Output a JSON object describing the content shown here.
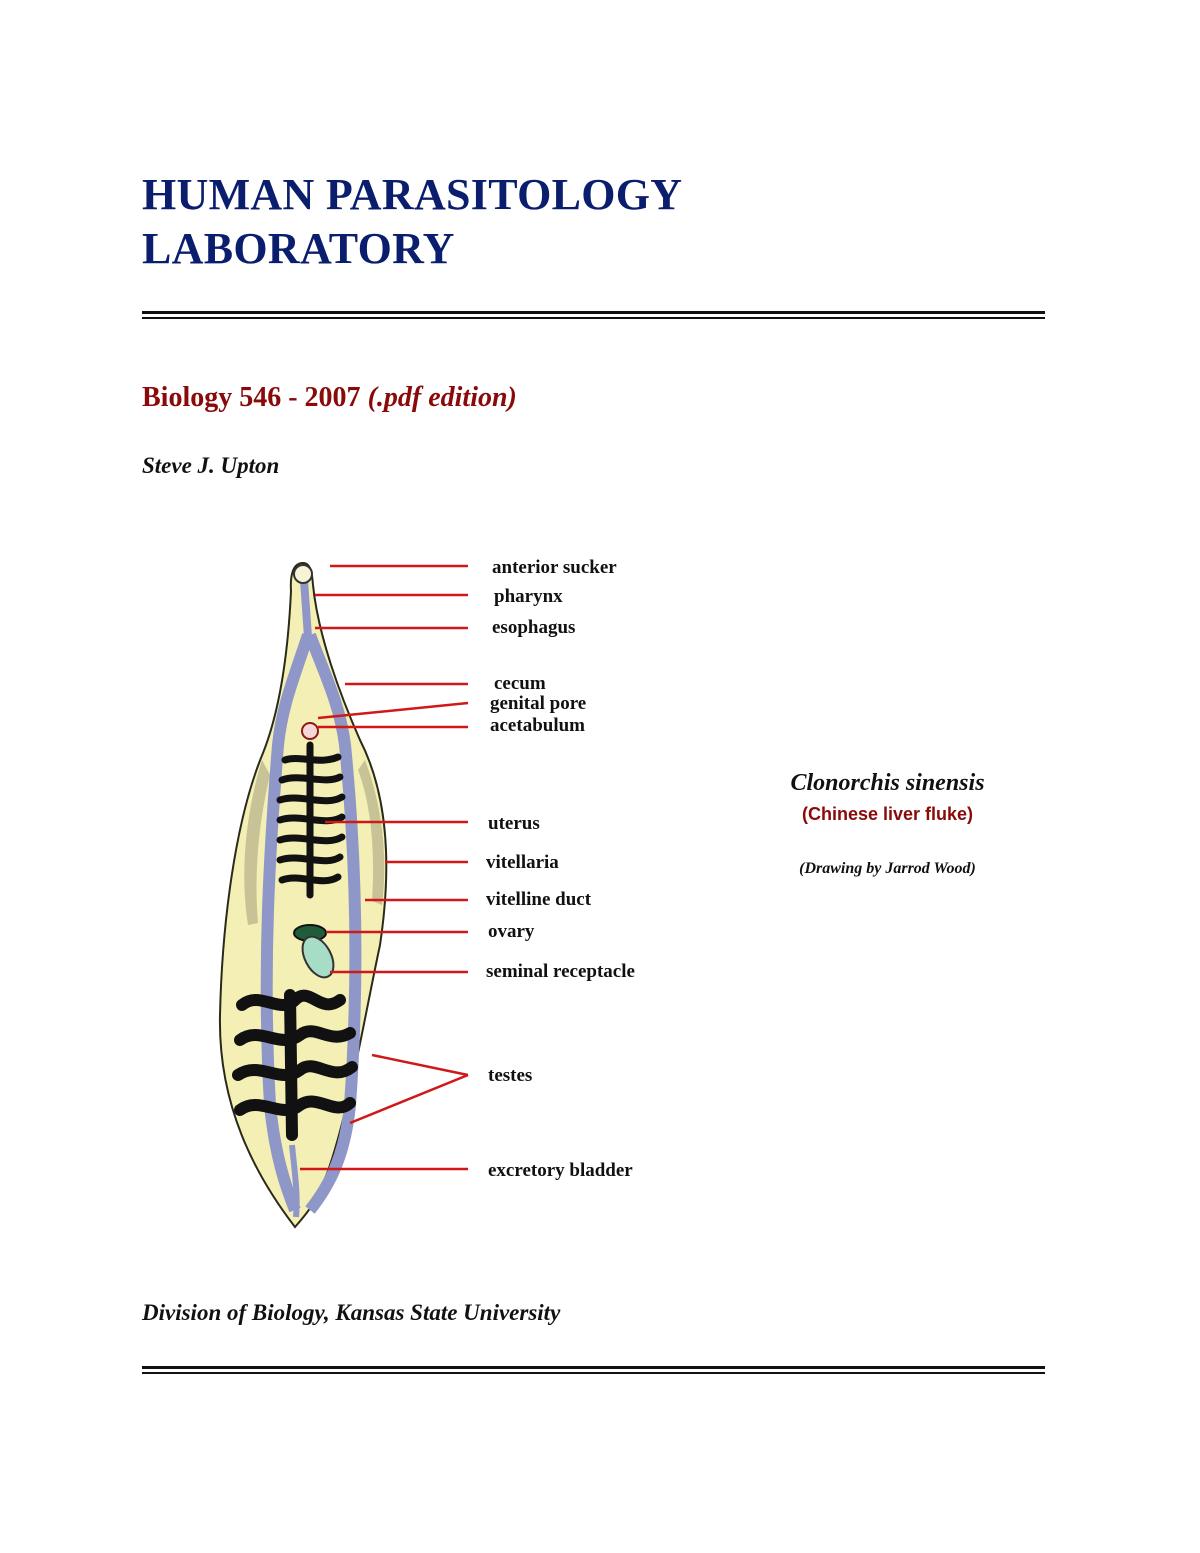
{
  "title": {
    "line1": "HUMAN PARASITOLOGY",
    "line2": "LABORATORY"
  },
  "course": {
    "main": "Biology 546 - 2007 ",
    "edition": "(.pdf edition)"
  },
  "author": "Steve J. Upton",
  "figure": {
    "labels": {
      "anterior_sucker": "anterior sucker",
      "pharynx": "pharynx",
      "esophagus": "esophagus",
      "cecum": "cecum",
      "genital_pore": "genital pore",
      "acetabulum": "acetabulum",
      "uterus": "uterus",
      "vitellaria": "vitellaria",
      "vitelline_duct": "vitelline duct",
      "ovary": "ovary",
      "seminal_receptacle": "seminal receptacle",
      "testes": "testes",
      "excretory_bladder": "excretory bladder"
    },
    "species": "Clonorchis sinensis",
    "common_name": "(Chinese liver fluke)",
    "credit": "(Drawing by Jarrod Wood)",
    "colors": {
      "body": "#f3efb5",
      "gut": "#8f97c9",
      "organs": "#111111",
      "ovary": "#1f5d3a",
      "seminal_receptacle": "#a7dcc7",
      "leader_lines": "#d01818"
    }
  },
  "footer": {
    "division": "Division of Biology, Kansas State University"
  }
}
